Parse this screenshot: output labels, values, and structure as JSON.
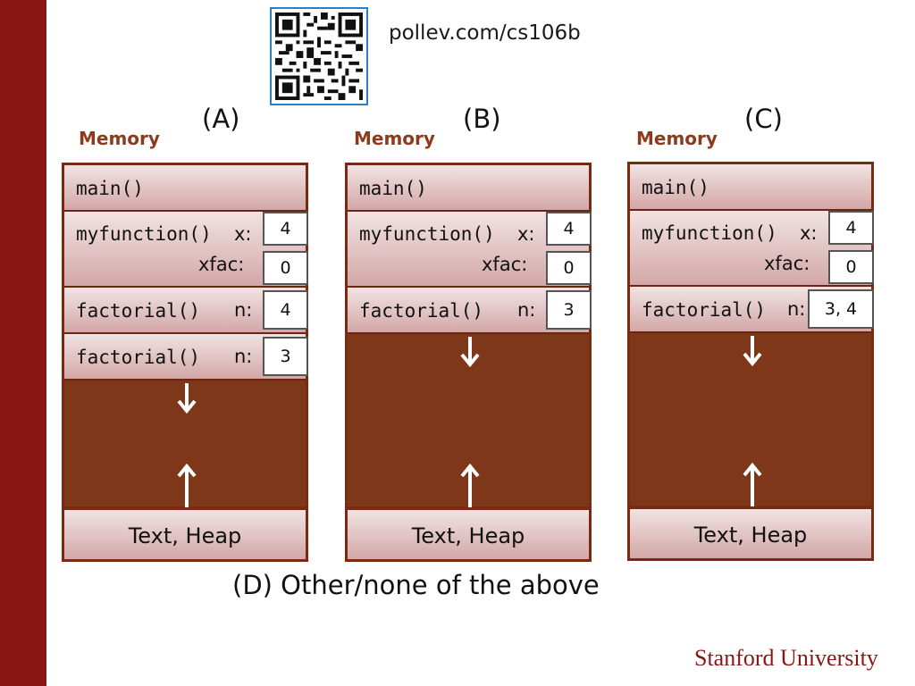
{
  "poll_url": "pollev.com/cs106b",
  "options": [
    {
      "label": "(A)",
      "memory_label": "Memory",
      "frames": [
        {
          "fn": "main()",
          "vars": []
        },
        {
          "fn": "myfunction()",
          "vars": [
            {
              "name": "x:",
              "value": "4"
            },
            {
              "name": "xfac:",
              "value": "0"
            }
          ]
        },
        {
          "fn": "factorial()",
          "vars": [
            {
              "name": "n:",
              "value": "4"
            }
          ]
        },
        {
          "fn": "factorial()",
          "vars": [
            {
              "name": "n:",
              "value": "3"
            }
          ]
        }
      ],
      "heap_label": "Text, Heap"
    },
    {
      "label": "(B)",
      "memory_label": "Memory",
      "frames": [
        {
          "fn": "main()",
          "vars": []
        },
        {
          "fn": "myfunction()",
          "vars": [
            {
              "name": "x:",
              "value": "4"
            },
            {
              "name": "xfac:",
              "value": "0"
            }
          ]
        },
        {
          "fn": "factorial()",
          "vars": [
            {
              "name": "n:",
              "value": "3"
            }
          ]
        }
      ],
      "heap_label": "Text, Heap"
    },
    {
      "label": "(C)",
      "memory_label": "Memory",
      "frames": [
        {
          "fn": "main()",
          "vars": []
        },
        {
          "fn": "myfunction()",
          "vars": [
            {
              "name": "x:",
              "value": "4"
            },
            {
              "name": "xfac:",
              "value": "0"
            }
          ]
        },
        {
          "fn": "factorial()",
          "vars": [
            {
              "name": "n:",
              "value": "3, 4"
            }
          ]
        }
      ],
      "heap_label": "Text, Heap"
    }
  ],
  "option_d": "(D) Other/none of the above",
  "footer": {
    "university": "Stanford University"
  },
  "colors": {
    "stanford_red": "#8c1515",
    "stack_fill": "#7f3719",
    "memory_label": "#8c3b1d",
    "qr_border": "#2a7fc6"
  }
}
